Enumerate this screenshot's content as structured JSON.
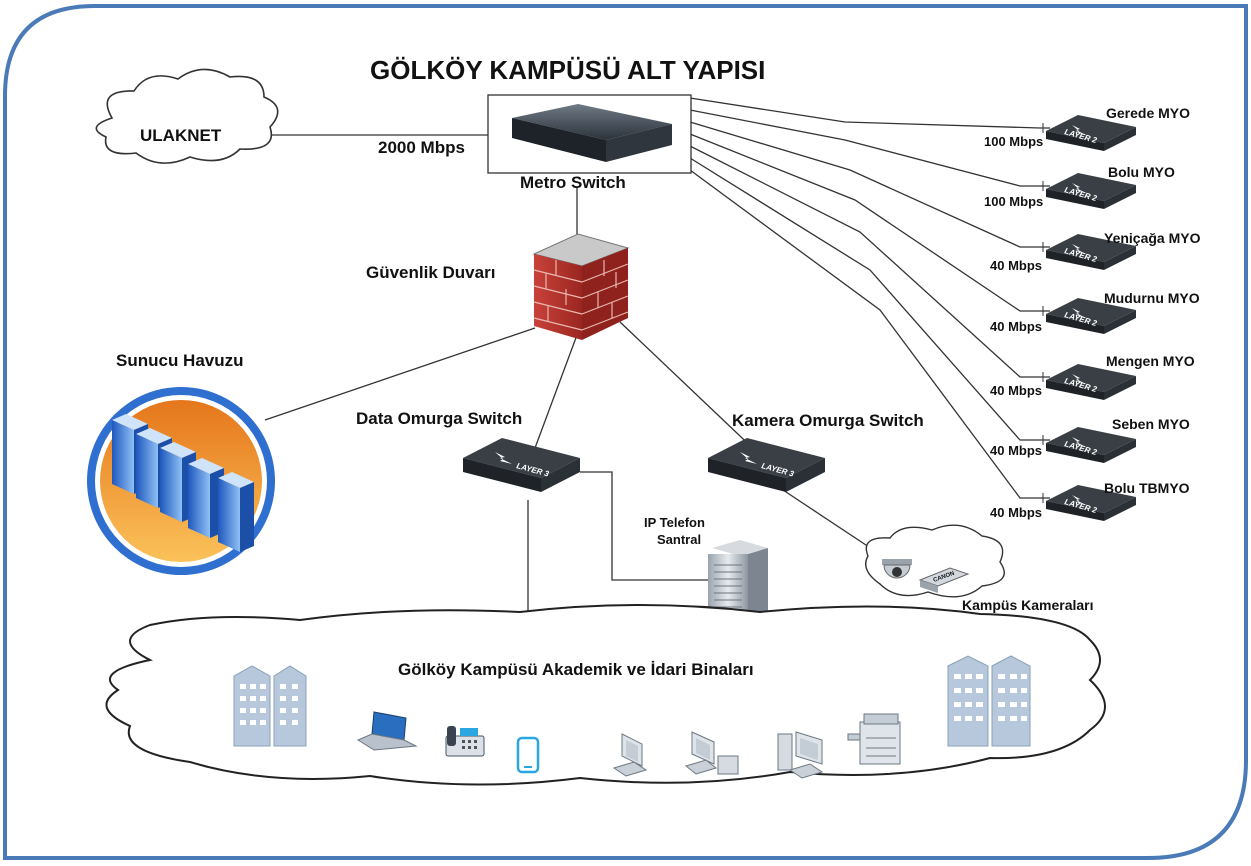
{
  "title": "GÖLKÖY KAMPÜSÜ ALT YAPISI",
  "ulaknet": {
    "label": "ULAKNET",
    "speed": "2000 Mbps"
  },
  "metro_switch": {
    "label": "Metro Switch"
  },
  "firewall": {
    "label": "Güvenlik Duvarı"
  },
  "server_pool": {
    "label": "Sunucu Havuzu"
  },
  "data_switch": {
    "label": "Data Omurga Switch",
    "layer": "LAYER 3"
  },
  "camera_switch": {
    "label": "Kamera Omurga Switch",
    "layer": "LAYER 3"
  },
  "ip_phone": {
    "label_line1": "IP Telefon",
    "label_line2": "Santral"
  },
  "cameras": {
    "label": "Kampüs Kameraları",
    "device_text": "CANON"
  },
  "campus": {
    "label": "Gölköy Kampüsü Akademik ve İdari Binaları"
  },
  "branches": [
    {
      "name": "Gerede MYO",
      "speed": "100 Mbps",
      "layer": "LAYER 2"
    },
    {
      "name": "Bolu MYO",
      "speed": "100 Mbps",
      "layer": "LAYER 2"
    },
    {
      "name": "Yeniçağa MYO",
      "speed": "40 Mbps",
      "layer": "LAYER 2"
    },
    {
      "name": "Mudurnu MYO",
      "speed": "40 Mbps",
      "layer": "LAYER 2"
    },
    {
      "name": "Mengen MYO",
      "speed": "40 Mbps",
      "layer": "LAYER 2"
    },
    {
      "name": "Seben MYO",
      "speed": "40 Mbps",
      "layer": "LAYER 2"
    },
    {
      "name": "Bolu TBMYO",
      "speed": "40 Mbps",
      "layer": "LAYER 2"
    }
  ],
  "colors": {
    "frame": "#4a7ab8",
    "firewall_brick": "#b8312c",
    "server_blue": "#2f6fd0",
    "server_orange": "#f08a1c",
    "building": "#b7c8dc",
    "device_accent": "#2aa7e0"
  }
}
